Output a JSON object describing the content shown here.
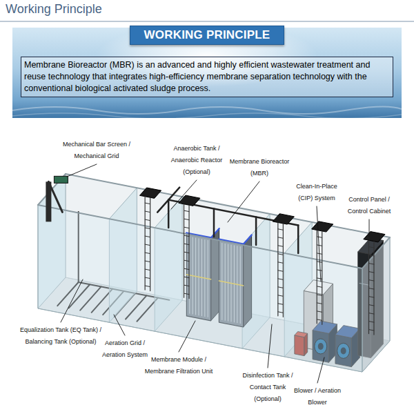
{
  "diagram": {
    "title": "Working Principle",
    "nodes": [
      {
        "text": [
          "WORKING PRINCIPLE"
        ]
      },
      {
        "text": [
          "Membrane Bioreactor (MBR) is an advanced and highly efficient wastewater treatment and reuse technology that integrates high-efficiency membrane separation technology with the conventional biological activated sludge process."
        ]
      }
    ],
    "labels": [
      "Mechanical Bar Screen / Mechanical Grid",
      "Anaerobic Tank / Anaerobic Reactor (Optional)",
      "Membrane Bioreactor (MBR)",
      "Clean-In-Place (CIP) System",
      "Control Panel / Control Cabinet",
      "Equalization Tank (EQ Tank) / Balancing Tank (Optional)",
      "Aeration Grid / Aeration System",
      "Membrane Module / Membrane Filtration Unit",
      "Disinfection Tank / Contact Tank (Optional)",
      "Blower / Aeration Blower"
    ]
  }
}
